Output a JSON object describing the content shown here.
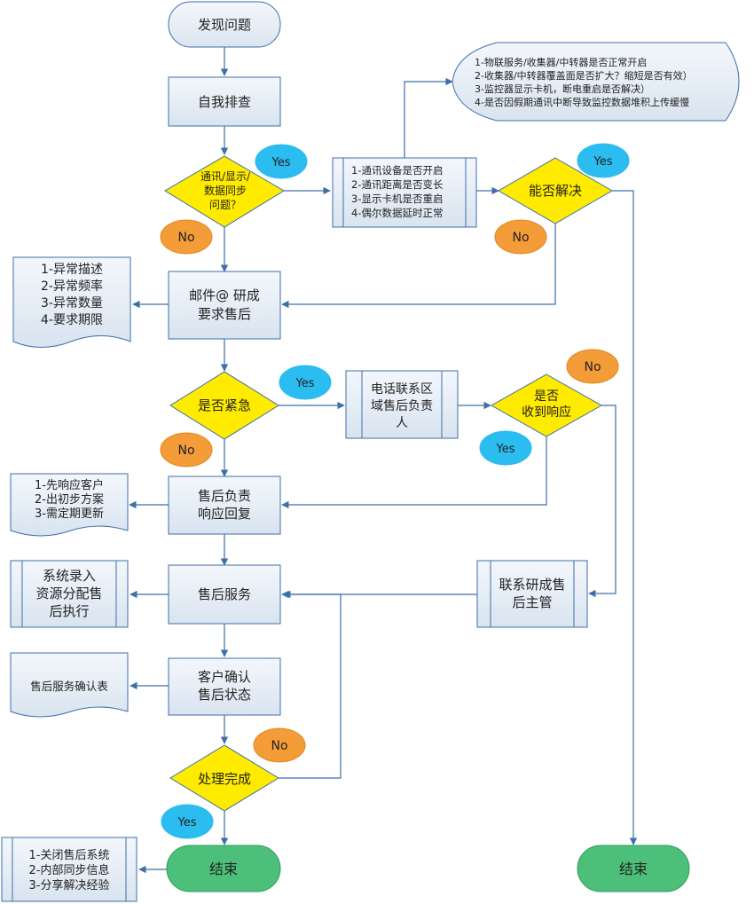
{
  "nodes": {
    "start": "发现问题",
    "self_check": "自我排查",
    "sync_question": [
      "通讯/显示/",
      "数据同步",
      "问题？"
    ],
    "check_list_1": [
      "1-通讯设备是否开启",
      "2-通讯距离是否变长",
      "3-显示卡机是否重启",
      "4-偶尔数据延时正常"
    ],
    "iot_check": [
      "1-物联服务/收集器/中转器是否正常开启",
      "2-收集器/中转器覆盖面是否扩大？缩短是否有效）",
      "3-监控器显示卡机，断电重启是否解决）",
      "4-是否因假期通讯中断导致监控数据堆积上传缓慢"
    ],
    "can_solve": "能否解决",
    "email_rd": [
      "邮件@ 研成",
      "要求售后"
    ],
    "report_list": [
      "1-异常描述",
      "2-异常频率",
      "3-异常数量",
      "4-要求期限"
    ],
    "urgent": "是否紧急",
    "phone_contact": [
      "电话联系区",
      "域售后负责",
      "人"
    ],
    "response_received": [
      "是否",
      "收到响应"
    ],
    "aftersale_reply": [
      "售后负责",
      "响应回复"
    ],
    "reply_list": [
      "1-先响应客户",
      "2-出初步方案",
      "3-需定期更新"
    ],
    "contact_manager": [
      "联系研成售",
      "后主管"
    ],
    "service": "售后服务",
    "system_entry": [
      "系统录入",
      "资源分配售",
      "后执行"
    ],
    "customer_confirm": [
      "客户确认",
      "售后状态"
    ],
    "confirm_form": "售后服务确认表",
    "done": "处理完成",
    "end_left": "结束",
    "end_right": "结束",
    "final_list": [
      "1-关闭售后系统",
      "2-内部同步信息",
      "3-分享解决经验"
    ]
  },
  "badges": {
    "yes": "Yes",
    "no": "No"
  },
  "colors": {
    "diamond": "#ffeb00",
    "yes_badge": "#2bbcf0",
    "no_badge": "#f39c38",
    "end": "#4cbf7a",
    "edge": "#3d6fa8"
  }
}
